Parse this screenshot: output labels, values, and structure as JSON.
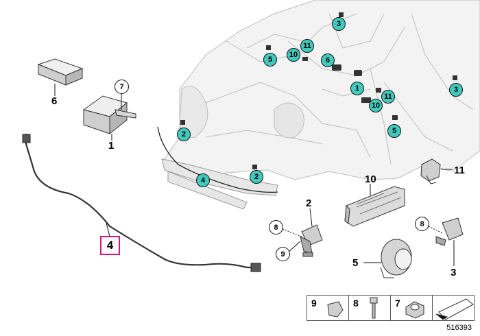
{
  "parts": {
    "p1": {
      "num": "1"
    },
    "p2": {
      "num": "2"
    },
    "p3": {
      "num": "3"
    },
    "p4": {
      "num": "4"
    },
    "p5": {
      "num": "5"
    },
    "p6": {
      "num": "6"
    },
    "p7": {
      "num": "7"
    },
    "p8a": {
      "num": "8"
    },
    "p8b": {
      "num": "8"
    },
    "p9": {
      "num": "9"
    },
    "p10": {
      "num": "10"
    },
    "p11": {
      "num": "11"
    }
  },
  "callouts": [
    "3",
    "11",
    "10",
    "6",
    "5",
    "1",
    "11",
    "10",
    "3",
    "5",
    "2",
    "4",
    "2"
  ],
  "legend": [
    "9",
    "8",
    "7"
  ],
  "reference_number": "516393",
  "colors": {
    "callout_fill": "#41c9bd",
    "highlight_border": "#d7157a",
    "line": "#111111",
    "part_fill": "#e2e2e2"
  }
}
